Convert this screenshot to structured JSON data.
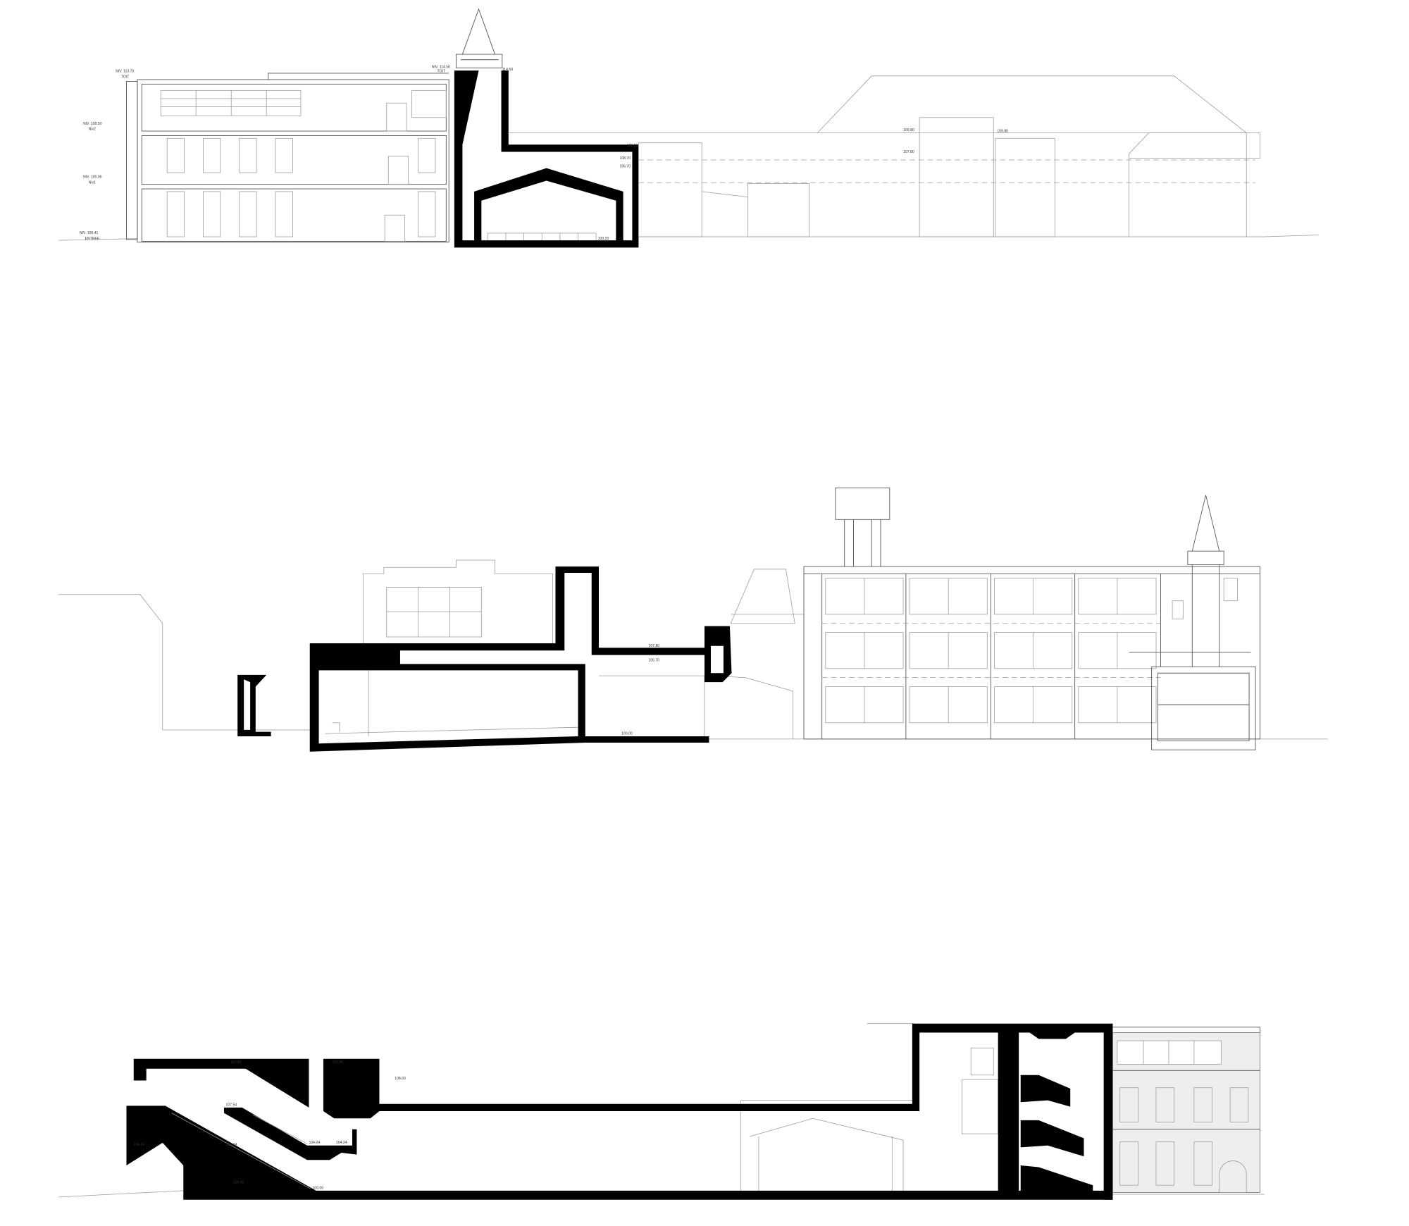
{
  "drawing": {
    "section_1": {
      "labels": {
        "roof_left": "NIV. 113.70",
        "roof_left_sub": "TOIT",
        "roof_tower": "NIV. 114.50",
        "roof_tower_sub": "TOIT",
        "tower_top": "114.50",
        "level_2": "NIV. 108.50",
        "level_2_sub": "Niv2",
        "level_1": "NIV. 105.06",
        "level_1_sub": "Niv1",
        "entry": "NIV. 100.41",
        "entry_sub": "ENTREE",
        "slab_top": "109.80",
        "slab_mid": "108.70",
        "slab_low": "106.70",
        "hall_floor": "100.20",
        "right_1": "109.80",
        "right_2": "107.80",
        "right_3": "109.80"
      }
    },
    "section_2": {
      "labels": {
        "slab_top": "107.80",
        "slab_low": "106.70",
        "floor": "100.00"
      }
    },
    "section_3": {
      "labels": {
        "roof_a": "110.84",
        "roof_b": "110.84",
        "level_c": "108.00",
        "landing": "107.54",
        "stair_1": "104.24",
        "stair_2": "104.24",
        "stair_3": "104.24",
        "stair_4": "104.24",
        "floor_a": "100.00",
        "floor_b": "100.00"
      }
    }
  }
}
